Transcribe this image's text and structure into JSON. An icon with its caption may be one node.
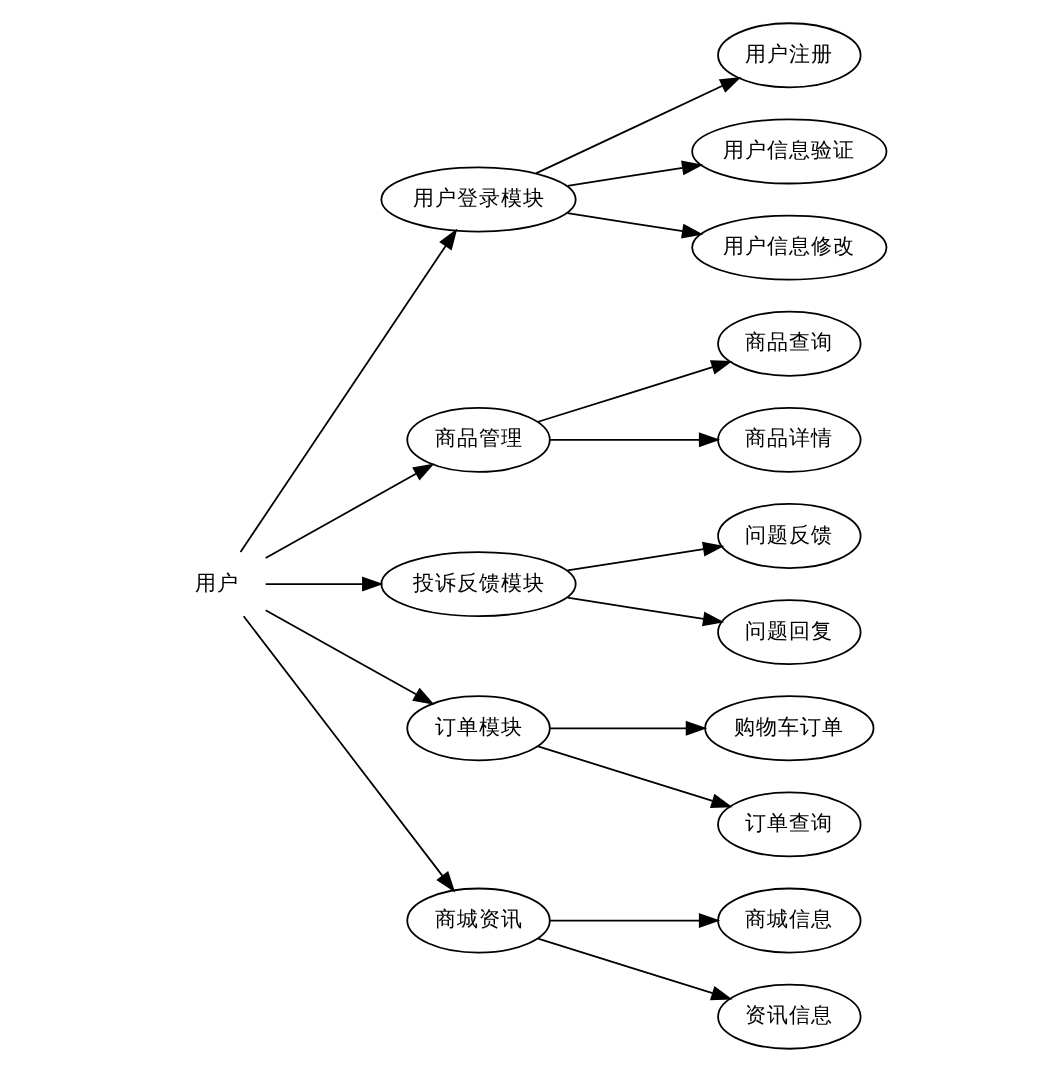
{
  "diagram": {
    "nodes": [
      {
        "text": [
          "用户"
        ]
      },
      {
        "text": [
          "用户登录模块"
        ]
      },
      {
        "text": [
          "用户注册"
        ]
      },
      {
        "text": [
          "用户信息验证"
        ]
      },
      {
        "text": [
          "用户信息修改"
        ]
      },
      {
        "text": [
          "商品管理"
        ]
      },
      {
        "text": [
          "商品查询"
        ]
      },
      {
        "text": [
          "商品详情"
        ]
      },
      {
        "text": [
          "投诉反馈模块"
        ]
      },
      {
        "text": [
          "问题反馈"
        ]
      },
      {
        "text": [
          "问题回复"
        ]
      },
      {
        "text": [
          "订单模块"
        ]
      },
      {
        "text": [
          "购物车订单"
        ]
      },
      {
        "text": [
          "订单查询"
        ]
      },
      {
        "text": [
          "商城资讯"
        ]
      },
      {
        "text": [
          "商城信息"
        ]
      },
      {
        "text": [
          "资讯信息"
        ]
      }
    ],
    "edges": [
      {
        "from": 0,
        "to": 1,
        "arrow": "to"
      },
      {
        "from": 1,
        "to": 2,
        "arrow": "to"
      },
      {
        "from": 1,
        "to": 3,
        "arrow": "to"
      },
      {
        "from": 1,
        "to": 4,
        "arrow": "to"
      },
      {
        "from": 0,
        "to": 5,
        "arrow": "to"
      },
      {
        "from": 5,
        "to": 6,
        "arrow": "to"
      },
      {
        "from": 5,
        "to": 7,
        "arrow": "to"
      },
      {
        "from": 0,
        "to": 8,
        "arrow": "to"
      },
      {
        "from": 8,
        "to": 9,
        "arrow": "to"
      },
      {
        "from": 8,
        "to": 10,
        "arrow": "to"
      },
      {
        "from": 0,
        "to": 11,
        "arrow": "to"
      },
      {
        "from": 11,
        "to": 12,
        "arrow": "to"
      },
      {
        "from": 11,
        "to": 13,
        "arrow": "to"
      },
      {
        "from": 0,
        "to": 14,
        "arrow": "to"
      },
      {
        "from": 14,
        "to": 15,
        "arrow": "to"
      },
      {
        "from": 14,
        "to": 16,
        "arrow": "to"
      }
    ]
  }
}
